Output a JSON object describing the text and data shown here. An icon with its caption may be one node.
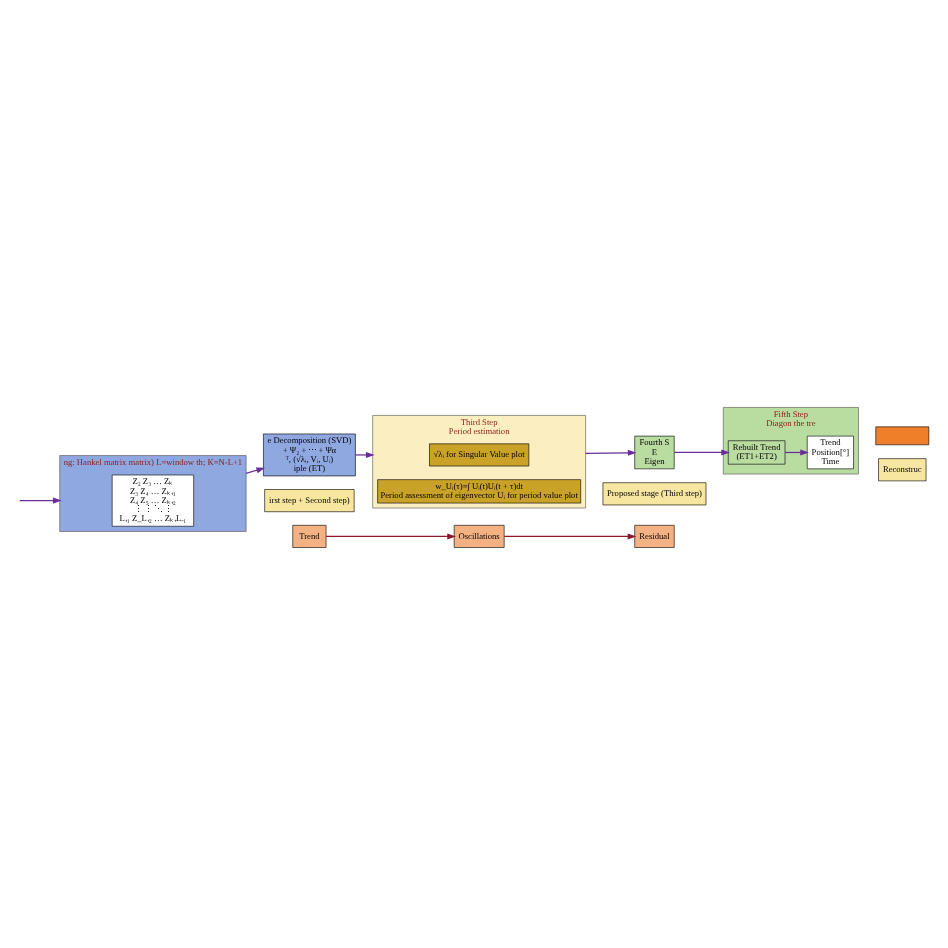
{
  "diagram": {
    "nodes": [
      {
        "text": [
          "ng: Hankel matrix matrix) L=window th; K=N-L+1"
        ]
      },
      {
        "text": [
          "Z₂ Z₃ … Zₖ",
          "Z₃ Z₄ … Zₖ₊₁",
          "Z₄ Z₅ … Zₖ₊₂",
          "⋮ ⋮ ⋱ ⋮",
          "L₊₁ Z_L₊₂ … Zₖ₊L₋₁"
        ],
        "in": 0
      },
      {
        "text": [
          "e Decomposition (SVD)",
          "+ Ψ₂ + ⋯ + Ψα",
          "ᵀ, (√λᵢ, Vᵢ, Uᵢ)",
          "iple (ET)"
        ]
      },
      {
        "text": [
          "irst step + Second step)"
        ]
      },
      {
        "text": [
          "Trend"
        ]
      },
      {
        "text": [
          "Oscillations"
        ]
      },
      {
        "text": [
          "Residual"
        ]
      },
      {
        "text": [
          "Third Step",
          "Period estimation"
        ]
      },
      {
        "text": [
          "√λᵢ for Singular Value plot"
        ],
        "in": 7
      },
      {
        "text": [
          "w_Uᵢ(τ)=∫ Uᵢ(t)Uᵢ(t + τ)dt",
          "Period assessment of eigenvector Uᵢ for period value plot"
        ],
        "in": 7
      },
      {
        "text": [
          "Proposed stage (Third step)"
        ]
      },
      {
        "text": [],
        "shape": "box"
      },
      {
        "text": [
          "Fifth Step",
          "Diagon the tre"
        ]
      },
      {
        "text": [
          "Trend",
          "Position[°]",
          "Time"
        ],
        "in": 12
      },
      {
        "text": [
          "Rebuilt Trend",
          "(ET1+ET2)"
        ],
        "in": 12
      },
      {
        "text": [
          "Fourth S",
          "E",
          "Eigen"
        ]
      },
      {
        "text": [
          "Reconstruc"
        ]
      }
    ],
    "edges": [
      {
        "from": null,
        "to": 0,
        "arrow": "to"
      },
      {
        "from": 0,
        "to": 2,
        "arrow": "to"
      },
      {
        "from": 4,
        "to": 5,
        "arrow": "to",
        "color": "#8b1a2b"
      },
      {
        "from": 5,
        "to": 6,
        "arrow": "to",
        "color": "#8b1a2b"
      },
      {
        "from": 2,
        "to": 7,
        "arrow": "to"
      },
      {
        "from": 7,
        "to": 15,
        "arrow": "to"
      },
      {
        "from": 15,
        "to": 14,
        "arrow": "to"
      },
      {
        "from": 14,
        "to": 13,
        "arrow": "to"
      }
    ]
  }
}
